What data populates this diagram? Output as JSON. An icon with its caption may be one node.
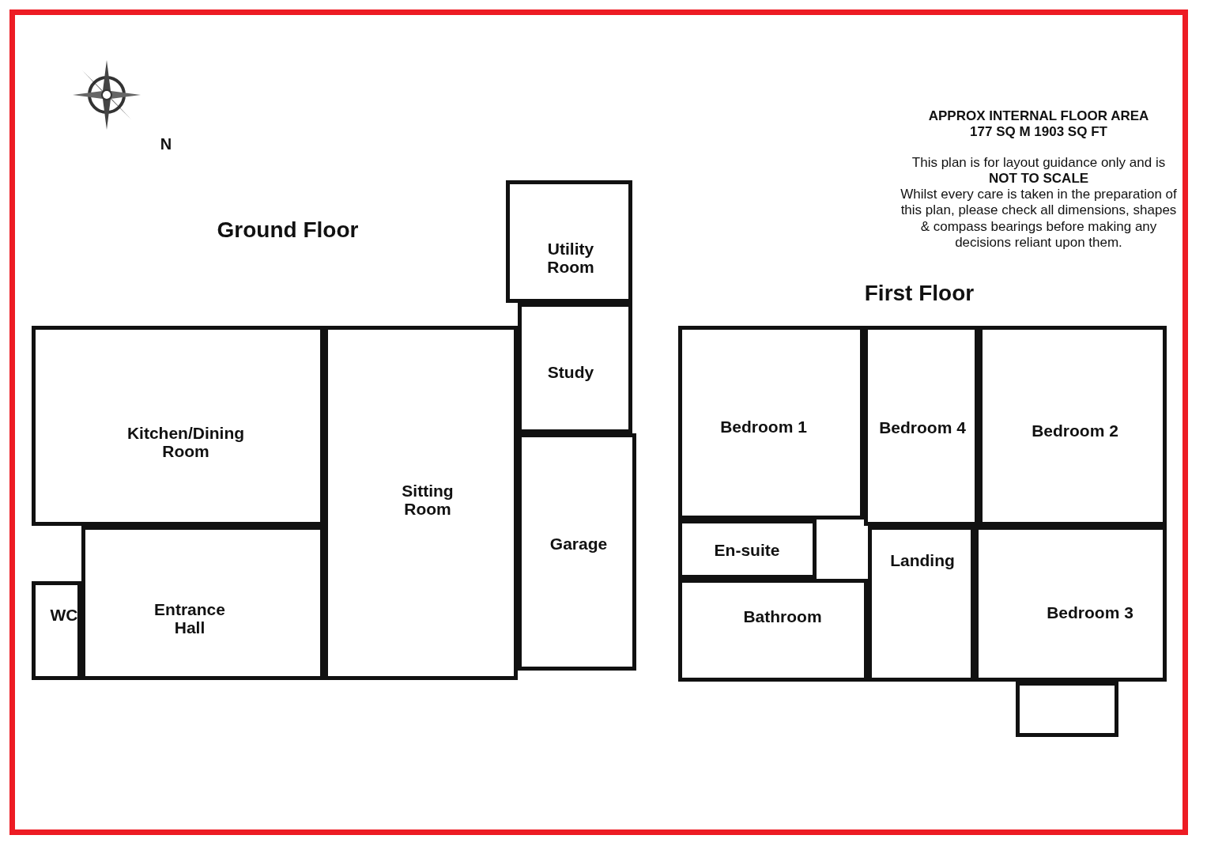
{
  "diagram": {
    "nodes": [
      {
        "text": [
          "Kitchen/Dining Room"
        ]
      },
      {
        "text": [
          "WC"
        ]
      },
      {
        "text": [
          "Entrance Hall"
        ]
      },
      {
        "text": [
          "Sitting Room"
        ]
      },
      {
        "text": [
          "Utility Room"
        ]
      },
      {
        "text": [
          "Study"
        ]
      },
      {
        "text": [
          "Garage"
        ]
      },
      {
        "text": [
          "Bedroom 1"
        ]
      },
      {
        "text": [
          "Bedroom 4"
        ]
      },
      {
        "text": [
          "Bedroom 2"
        ]
      },
      {
        "text": [
          "En-suite"
        ]
      },
      {
        "text": [
          "Landing"
        ]
      },
      {
        "text": [
          "Bathroom"
        ]
      },
      {
        "text": [
          "Bedroom 3"
        ]
      },
      {
        "text": [],
        "shape": "box"
      }
    ],
    "labels": [
      "N",
      "APPROX INTERNAL FLOOR AREA",
      "177 SQ M 1903 SQ FT",
      "This plan is for layout guidance only and is",
      "NOT TO SCALE",
      "Whilst every care is taken in the preparation of this plan, please check all dimensions, shapes & compass bearings before making any decisions reliant upon them.",
      "Ground Floor",
      "First Floor"
    ]
  }
}
